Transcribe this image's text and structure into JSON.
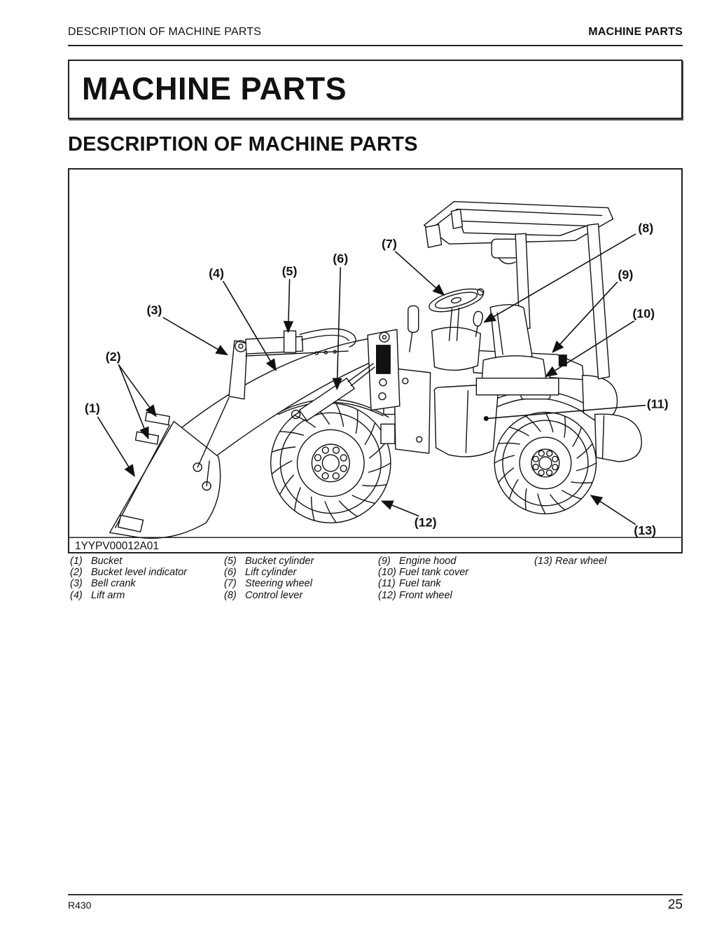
{
  "header": {
    "left": "DESCRIPTION OF MACHINE PARTS",
    "right": "MACHINE PARTS"
  },
  "title_box": {
    "text": "MACHINE PARTS"
  },
  "section_heading": "DESCRIPTION OF MACHINE PARTS",
  "figure": {
    "image_id": "1YYPV00012A01",
    "callouts": [
      "(1)",
      "(2)",
      "(3)",
      "(4)",
      "(5)",
      "(6)",
      "(7)",
      "(8)",
      "(9)",
      "(10)",
      "(11)",
      "(12)",
      "(13)"
    ]
  },
  "legend": {
    "columns": [
      {
        "items": [
          {
            "num": "(1)",
            "label": "Bucket"
          },
          {
            "num": "(2)",
            "label": "Bucket level indicator"
          },
          {
            "num": "(3)",
            "label": "Bell crank"
          },
          {
            "num": "(4)",
            "label": "Lift arm"
          }
        ]
      },
      {
        "items": [
          {
            "num": "(5)",
            "label": "Bucket cylinder"
          },
          {
            "num": "(6)",
            "label": "Lift cylinder"
          },
          {
            "num": "(7)",
            "label": "Steering wheel"
          },
          {
            "num": "(8)",
            "label": "Control lever"
          }
        ]
      },
      {
        "items": [
          {
            "num": "(9)",
            "label": "Engine hood"
          },
          {
            "num": "(10)",
            "label": "Fuel tank cover"
          },
          {
            "num": "(11)",
            "label": "Fuel tank"
          },
          {
            "num": "(12)",
            "label": "Front wheel"
          }
        ]
      },
      {
        "items": [
          {
            "num": "(13)",
            "label": "Rear wheel"
          }
        ]
      }
    ]
  },
  "footer": {
    "model": "R430",
    "page_number": "25"
  },
  "colors": {
    "ink": "#111111",
    "background": "#ffffff"
  }
}
